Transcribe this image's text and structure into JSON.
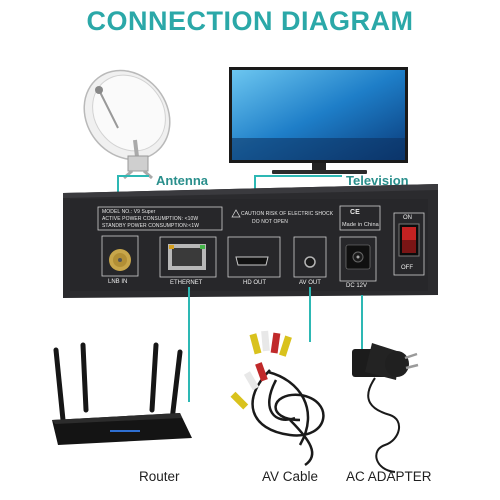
{
  "title": "CONNECTION DIAGRAM",
  "labels": {
    "antenna": "Antenna",
    "television": "Television",
    "router": "Router",
    "av_cable": "AV Cable",
    "ac_adapter": "AC ADAPTER"
  },
  "device": {
    "model_line": "MODEL NO.: V9 Super",
    "active_power": "ACTIVE POWER CONSUMPTION: <10W",
    "standby_power": "STANDBY POWER CONSUMPTION:<1W",
    "caution_line1": "CAUTION RISK OF ELECTRIC SHOCK",
    "caution_line2": "DO NOT OPEN",
    "ce_mark": "CE",
    "made_in": "Made in China",
    "switch_on": "ON",
    "switch_off": "OFF",
    "ports": {
      "lnb": "LNB IN",
      "ethernet": "ETHERNET",
      "hdmi": "HD OUT",
      "av": "AV OUT",
      "dc": "DC 12V"
    }
  },
  "colors": {
    "accent": "#2ba8a8",
    "wire": "#2db8b4",
    "device_body": "#2b2b2e"
  }
}
